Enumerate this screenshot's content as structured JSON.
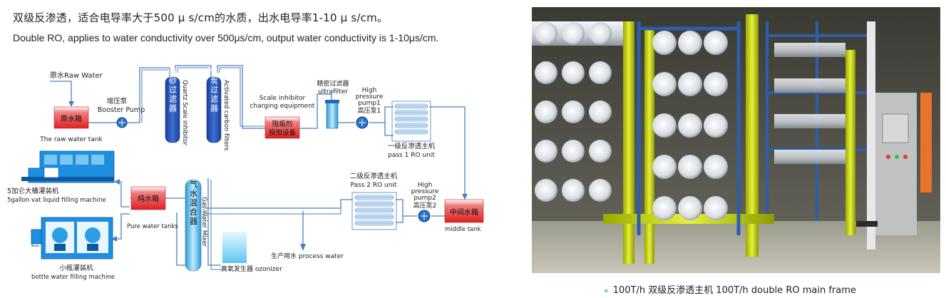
{
  "intro": {
    "zh": "双级反渗透，适合电导率大于500 μ s/cm的水质，出水电导率1-10 μ s/cm。",
    "en": "Double RO, applies to water conductivity over 500μs/cm, output water conductivity is 1-10μs/cm."
  },
  "diagram": {
    "raw_water": "原水Raw Water",
    "raw_tank_zh": "原水箱",
    "raw_tank_en": "The raw water tank",
    "booster_zh": "增压泵",
    "booster_en": "Booster Pump",
    "quartz_zh": "石英砂过滤器",
    "quartz_en": "Quartz Scale inhibitor",
    "carbon_zh": "活性炭过滤器",
    "carbon_en": "Activated carbon filters",
    "scale_en_1": "Scale inhibitor",
    "scale_en_2": "charging equipment",
    "scale_zh_1": "阻垢剂",
    "scale_zh_2": "投加设备",
    "ultra_zh": "精密过滤器",
    "ultra_en": "ultrafilter",
    "hp1_en_1": "High",
    "hp1_en_2": "pressure",
    "hp1_en_3": "pump1",
    "hp1_zh": "高压泵1",
    "ro1_zh": "一级反渗透主机",
    "ro1_en": "pass 1 RO unit",
    "vat_zh": "5加仑大桶灌装机",
    "vat_en": "5gallon vat liquid filling machine",
    "pure_zh": "纯水箱",
    "pure_en": "Pure water tanks",
    "mixer_zh": "气水混合器",
    "mixer_en": "Gas-Water Mixer",
    "ro2_zh": "二级反渗透主机",
    "ro2_en": "Pass 2 RO unit",
    "hp2_en_1": "High",
    "hp2_en_2": "pressure",
    "hp2_en_3": "pump2",
    "hp2_zh": "高压泵2",
    "middle_zh": "中间水箱",
    "middle_en": "middle tank",
    "bottle_zh": "小瓶灌装机",
    "bottle_en": "bottle water filling machine",
    "ozone": "臭氧发生器 ozonizer",
    "process": "生产用水 process water",
    "colors": {
      "pipe": "#4a7fc0",
      "tank_red": "#e8373a",
      "filter_blue": "#2756b8",
      "ro_blue": "#3f8fd8",
      "machine_blue": "#1e8fe0",
      "ozone_cyan": "#8fd8f0"
    }
  },
  "photo": {
    "subject": "RO main frame plant photo"
  },
  "caption": {
    "arrow": "»",
    "text": "100T/h  双级反渗透主机   100T/h double RO main frame"
  }
}
